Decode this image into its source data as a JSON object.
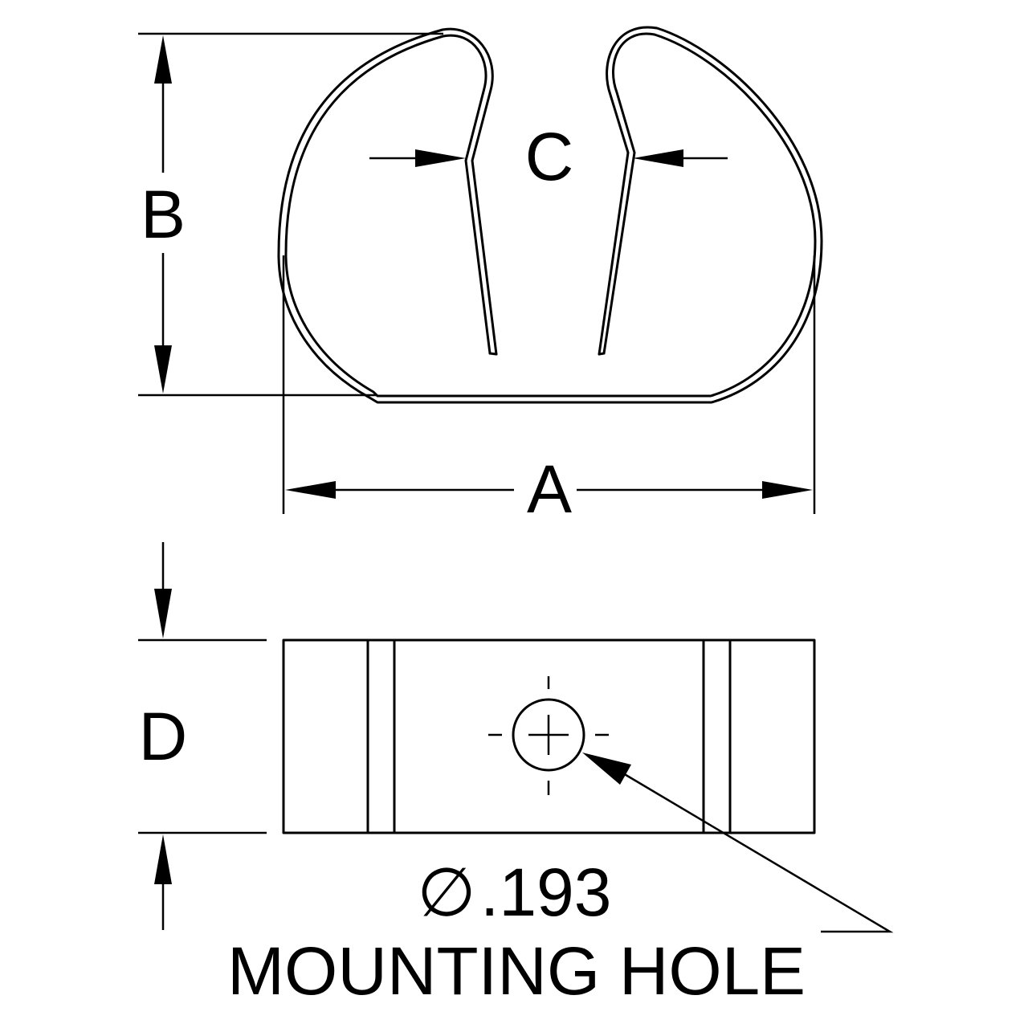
{
  "diagram": {
    "labels": {
      "dim_a": "A",
      "dim_b": "B",
      "dim_c": "C",
      "dim_d": "D"
    },
    "mounting_hole": {
      "diameter_symbol": "∅",
      "diameter_value": ".193",
      "caption": "MOUNTING HOLE"
    }
  }
}
